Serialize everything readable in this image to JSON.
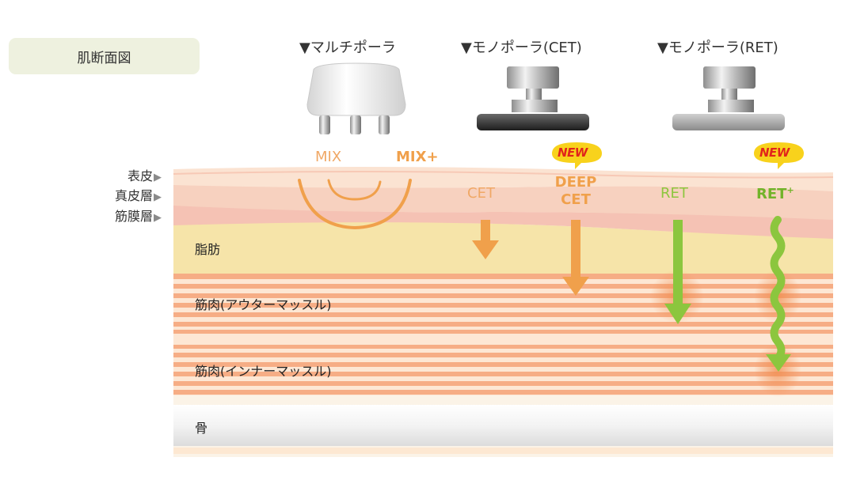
{
  "title": "肌断面図",
  "devices": [
    {
      "label": "▼マルチポーラ",
      "icon": "multipolar-head-icon"
    },
    {
      "label": "▼モノポーラ(CET)",
      "icon": "monopolar-cet-head-icon"
    },
    {
      "label": "▼モノポーラ(RET)",
      "icon": "monopolar-ret-head-icon"
    }
  ],
  "skin_layers": {
    "epidermis": "表皮",
    "dermis": "真皮層",
    "fascia": "筋膜層",
    "pointer": "▶"
  },
  "zones": {
    "fat": "脂肪",
    "outer_muscle": "筋肉(アウターマッスル)",
    "inner_muscle": "筋肉(インナーマッスル)",
    "bone": "骨"
  },
  "modes": {
    "mix": "MIX",
    "mix_plus": "MIX+",
    "cet": "CET",
    "deep_cet_line1": "DEEP",
    "deep_cet_line2": "CET",
    "ret": "RET",
    "ret_plus": "RET",
    "ret_plus_sup": "+",
    "new_badge": "NEW"
  },
  "colors": {
    "orange": "#f0a04b",
    "orange_light": "#f0a866",
    "green": "#8cc63e",
    "fat": "#f6e3a8",
    "muscle": "#f4a97e"
  }
}
